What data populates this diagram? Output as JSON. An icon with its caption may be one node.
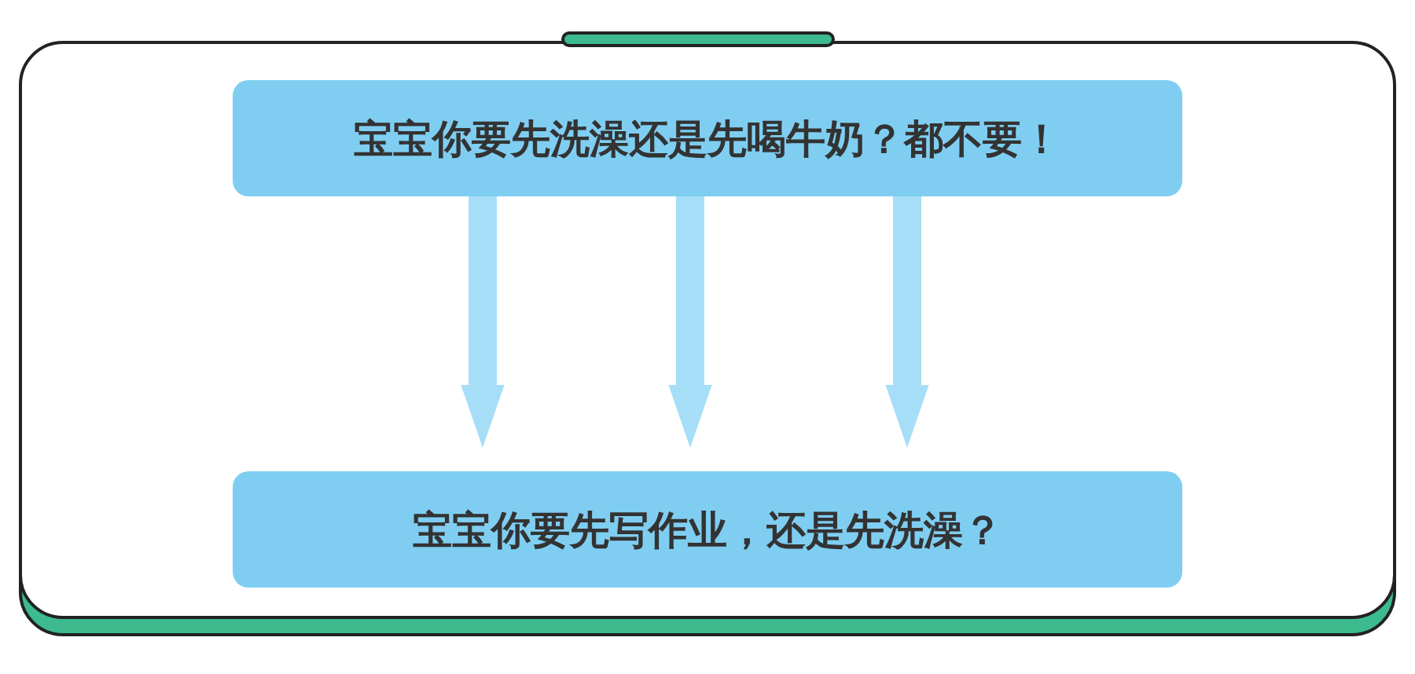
{
  "diagram": {
    "nodes": [
      {
        "text": [
          "宝宝你要先洗澡还是先喝牛奶？都不要！"
        ]
      },
      {
        "text": [
          "宝宝你要先写作业，还是先洗澡？"
        ]
      }
    ],
    "edges": [
      {
        "from": 0,
        "to": 1,
        "arrow": "to"
      },
      {
        "from": 0,
        "to": 1,
        "arrow": "to"
      },
      {
        "from": 0,
        "to": 1,
        "arrow": "to"
      }
    ]
  }
}
